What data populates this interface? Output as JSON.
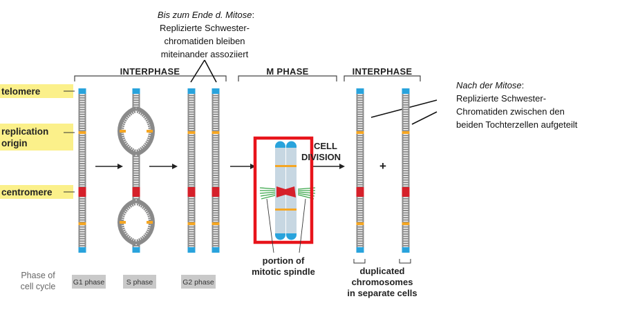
{
  "phases": {
    "interphase_left": "INTERPHASE",
    "m_phase": "M PHASE",
    "interphase_right": "INTERPHASE"
  },
  "labels": {
    "telomere": "telomere",
    "replication_line1": "replication",
    "replication_line2": "origin",
    "centromere": "centromere"
  },
  "annotation_top": {
    "line1_italic": "Bis zum Ende d. Mitose",
    "line1_suffix": ":",
    "line2": "Replizierte Schwester-",
    "line3": "chromatiden bleiben",
    "line4": "miteinander assoziiert"
  },
  "annotation_right": {
    "line1_italic": "Nach der Mitose",
    "line1_suffix": ":",
    "line2": "Replizierte Schwester-",
    "line3": "Chromatiden zwischen den",
    "line4": "beiden Tochterzellen aufgeteilt"
  },
  "cell_division": {
    "line1": "CELL",
    "line2": "DIVISION"
  },
  "plus_sign": "+",
  "spindle_caption": {
    "line1": "portion of",
    "line2": "mitotic spindle"
  },
  "duplicated_caption": {
    "line1": "duplicated",
    "line2": "chromosomes",
    "line3": "in separate cells"
  },
  "phase_of_cell_cycle": {
    "line1": "Phase of",
    "line2": "cell cycle"
  },
  "phase_chips": [
    "G1 phase",
    "S phase",
    "G2 phase"
  ],
  "colors": {
    "chromatid": "#8a8a8a",
    "telomere": "#29a3dc",
    "origin": "#f5a623",
    "centromere": "#d6202a",
    "label_highlight": "#fbf08a",
    "highlight_box": "#e8141b",
    "spindle": "#3aa64a",
    "mitotic_chromosome": "#c7d7e2"
  }
}
